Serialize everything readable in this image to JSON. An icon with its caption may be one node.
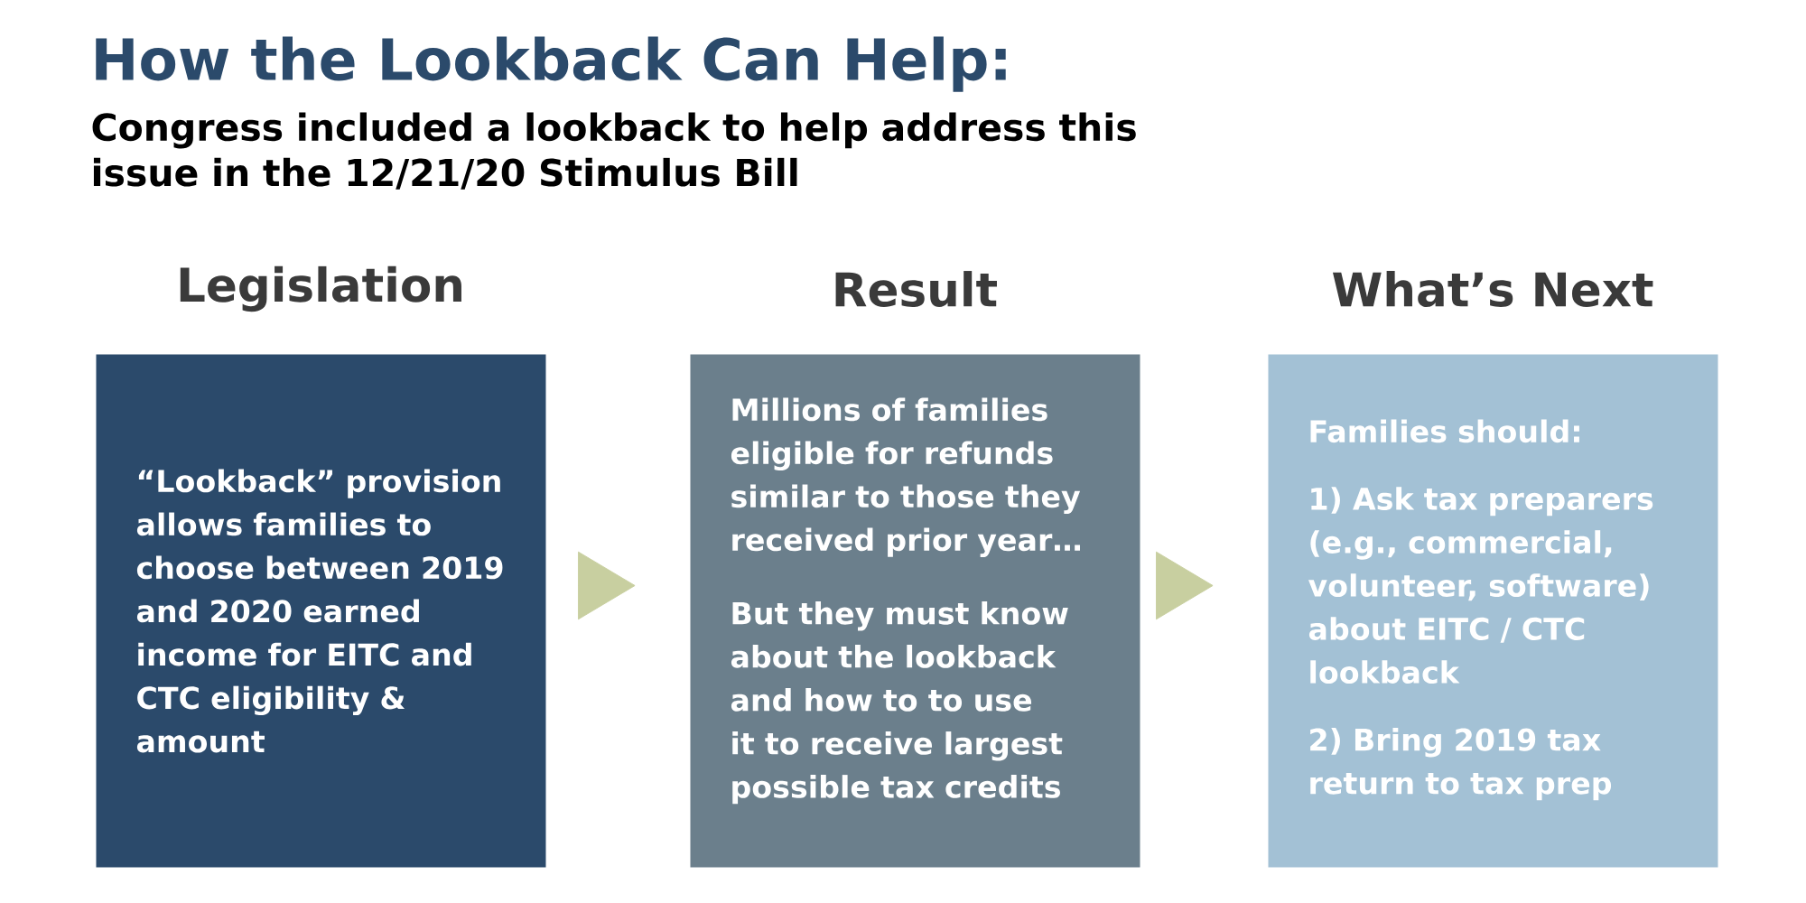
{
  "diagram": {
    "title": "How the Lookback Can Help:",
    "nodes": [
      {
        "text": [
          "Legislation",
          "“Lookback” provision allows families to choose between 2019 and 2020 earned income for EITC and CTC eligibility & amount"
        ]
      },
      {
        "text": [
          "Result",
          "Millions of families eligible for refunds similar to those they received prior year…",
          "But they must know about the lookback and how to to use it to receive largest possible tax credits"
        ]
      },
      {
        "text": [
          "What’s Next",
          "Families should:",
          "1) Ask tax preparers (e.g., commercial, volunteer, software) about EITC / CTC lookback",
          "2) Bring 2019 tax return to tax prep"
        ]
      }
    ],
    "edges": [
      {
        "from": 0,
        "to": 1,
        "arrow": "to"
      },
      {
        "from": 1,
        "to": 2,
        "arrow": "to"
      }
    ],
    "labels": [
      "Congress included a lookback to help address this issue in the 12/21/20 Stimulus Bill"
    ]
  }
}
